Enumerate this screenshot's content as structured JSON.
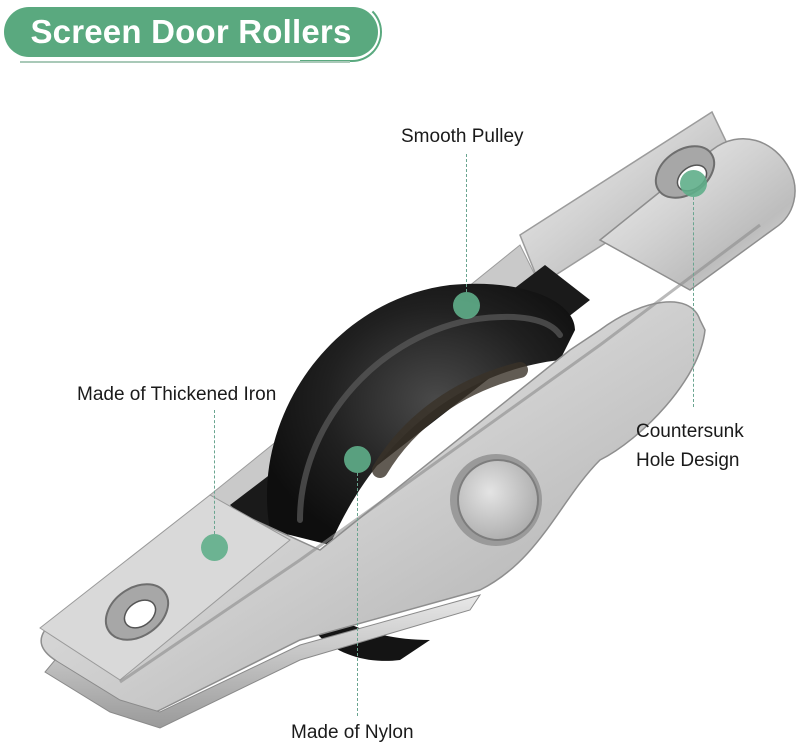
{
  "title": "Screen Door Rollers",
  "colors": {
    "accent": "#5aa97f",
    "callout_dot": "#5fae8a",
    "callout_line": "#6aa590",
    "text": "#1a1a1a"
  },
  "callouts": [
    {
      "label": "Smooth Pulley",
      "target": "nylon-wheel-top",
      "icon": "callout-dot"
    },
    {
      "label": "Made of Thickened Iron",
      "target": "bracket-left-end",
      "icon": "callout-dot"
    },
    {
      "label": "Countersunk",
      "label_line2": "Hole Design",
      "target": "right-mounting-hole",
      "icon": "callout-dot"
    },
    {
      "label": "Made of Nylon",
      "target": "nylon-wheel-side",
      "icon": "callout-dot"
    }
  ],
  "product": {
    "name": "screen door roller",
    "parts": [
      "stainless steel bracket",
      "black nylon wheel",
      "axle rivet",
      "two countersunk mounting holes"
    ]
  }
}
